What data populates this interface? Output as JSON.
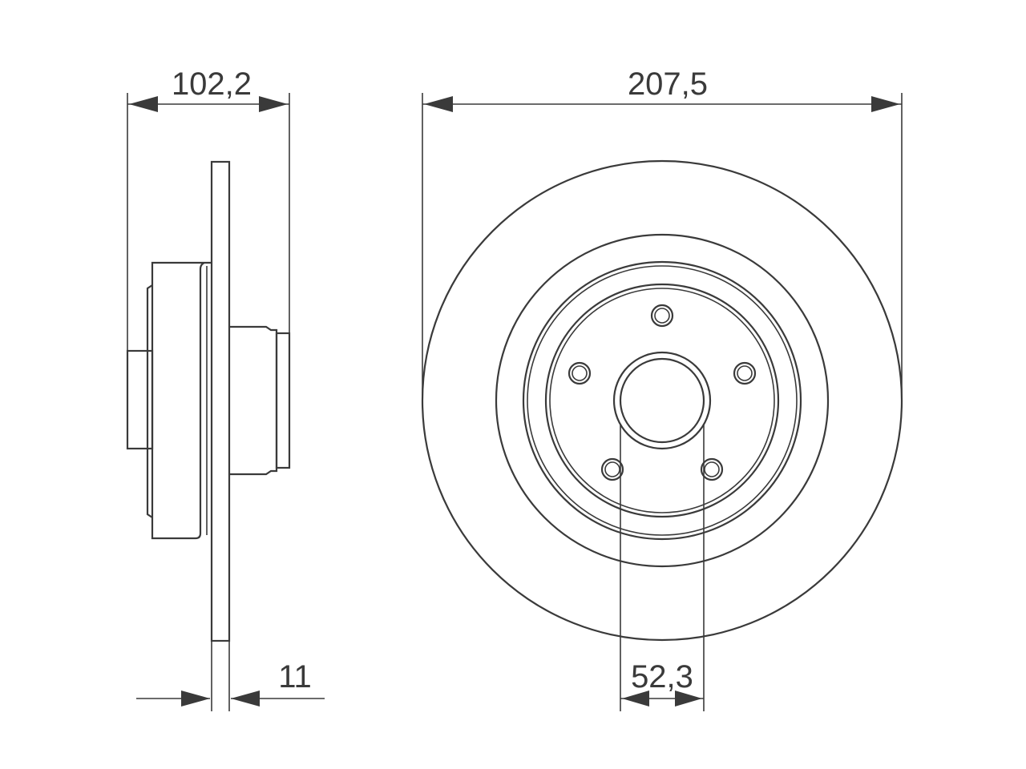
{
  "dimensions": {
    "hub_height": "102,2",
    "outer_diameter": "207,5",
    "center_bore": "52,3",
    "disc_thickness": "11"
  },
  "colors": {
    "line": "#3a3a3a",
    "background": "#ffffff"
  }
}
